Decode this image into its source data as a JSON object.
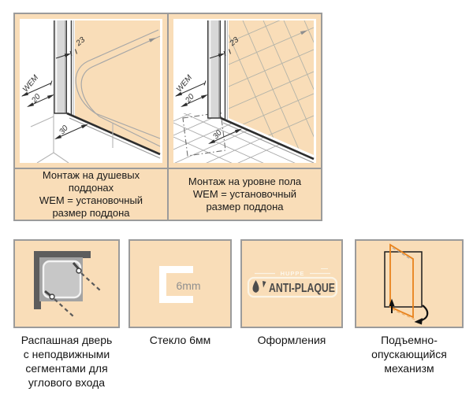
{
  "colors": {
    "peach": "#f9ddb8",
    "panel_border": "#9b9b9b",
    "orange_accent": "#e8821c",
    "drawing_dark": "#2e2e2e",
    "badge_text_color": "#4a4a4a"
  },
  "panels": [
    {
      "caption": "Монтаж на душевых\nподдонах\nWEM = установочный\nразмер поддона",
      "dims": {
        "d23": "23",
        "wem": "WEM",
        "d20": "20",
        "d30": "30"
      }
    },
    {
      "caption": "Монтаж на уровне пола\nWEM = установочный\nразмер поддона",
      "dims": {
        "d23": "23",
        "wem": "WEM",
        "d20": "20",
        "d30": "30"
      }
    }
  ],
  "features": [
    {
      "label": "Распашная дверь\nс неподвижными\nсегментами для\nуглового входа"
    },
    {
      "label": "Стекло 6мм",
      "glass_label": "6mm"
    },
    {
      "label": "Оформления",
      "badge": {
        "brand": "HUPPE",
        "text": "ANTI-PLAQUE"
      }
    },
    {
      "label": "Подъемно-\nопускающийся\nмеханизм"
    }
  ]
}
